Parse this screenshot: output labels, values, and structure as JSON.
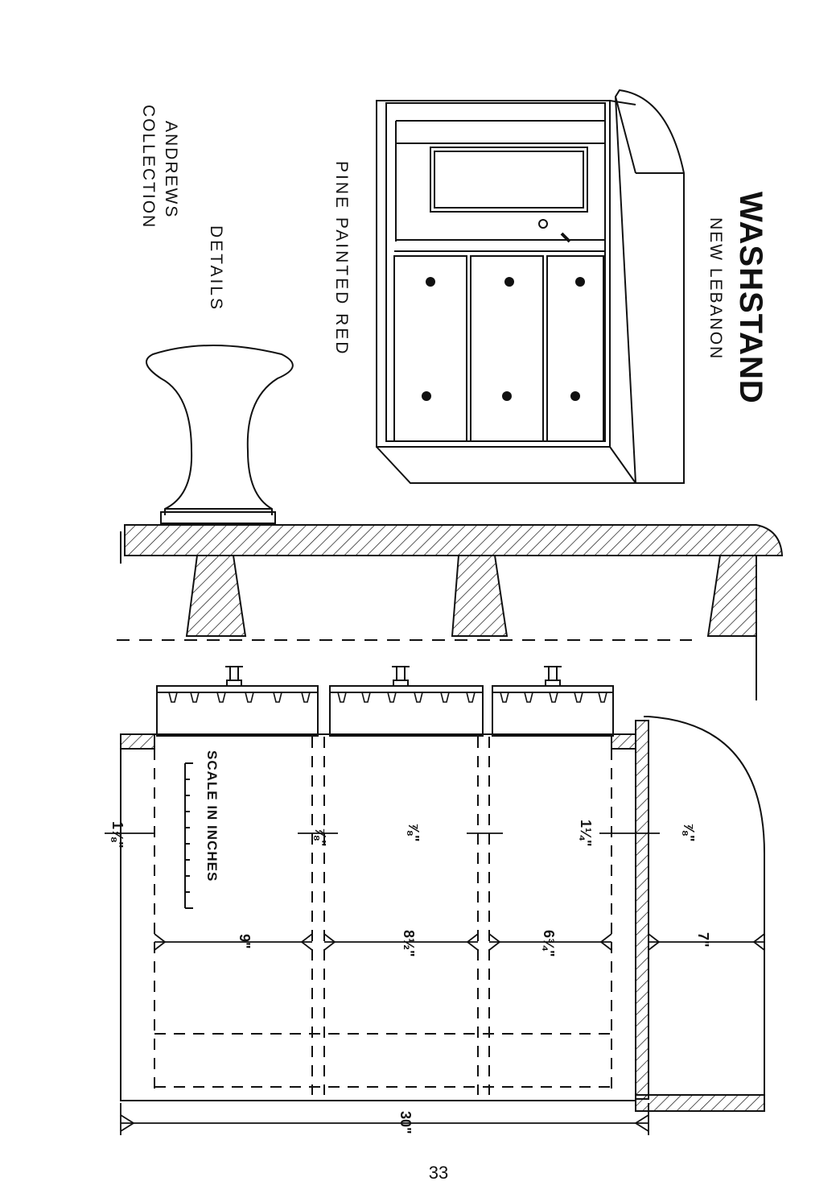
{
  "title": "WASHSTAND",
  "subtitle": "NEW LEBANON",
  "finish_note": "PINE PAINTED RED",
  "details_label": "DETAILS",
  "collection_line1": "ANDREWS",
  "collection_line2": "COLLECTION",
  "scale_label": "SCALE IN INCHES",
  "dimensions": {
    "overall_width": "30\"",
    "drawer1_height": "9\"",
    "drawer2_height": "8½\"",
    "drawer3_height": "6¾\"",
    "top_section_height": "7\"",
    "base_thickness": "1⅞\"",
    "rail1": "⅞\"",
    "rail2": "⅞\"",
    "rail3": "1¼\"",
    "rail4": "⅞\""
  },
  "page_number": "33"
}
